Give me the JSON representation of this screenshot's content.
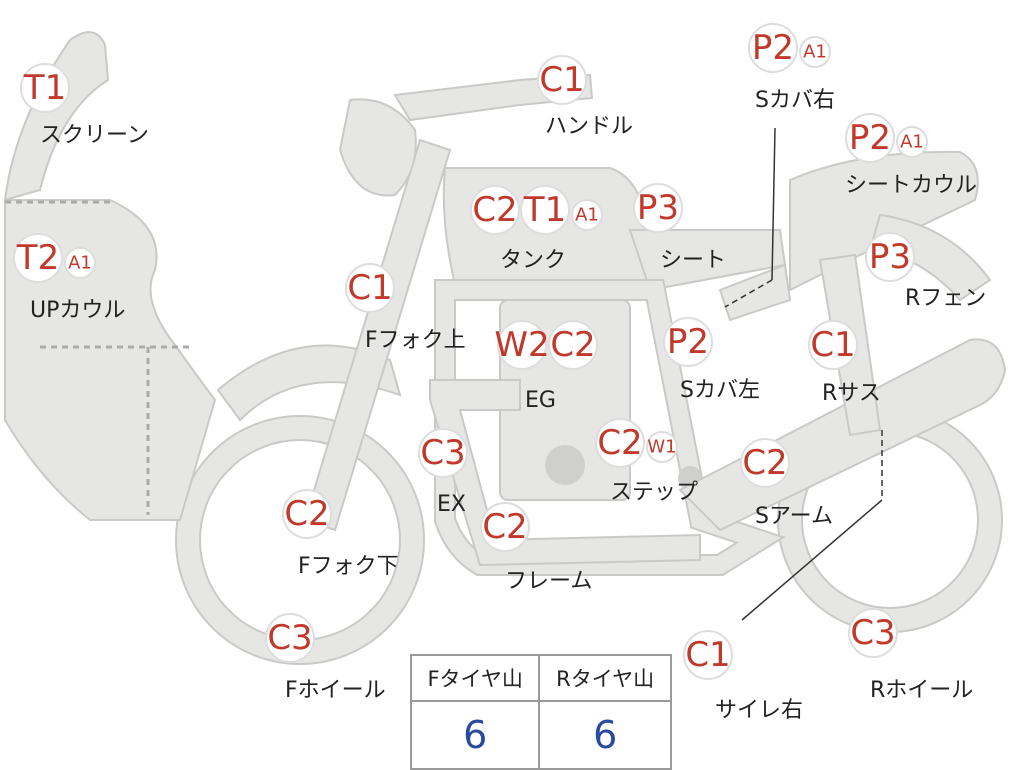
{
  "colors": {
    "part_fill": "#e6e6e4",
    "part_stroke": "#c9c9c7",
    "code_red": "#c0392b",
    "value_blue": "#2a4aa0",
    "leader": "#333333"
  },
  "parts": [
    {
      "id": "screen",
      "label": "スクリーン",
      "codes": [
        "T1"
      ]
    },
    {
      "id": "up-cowl",
      "label": "UPカウル",
      "codes": [
        "T2",
        "A1"
      ]
    },
    {
      "id": "handle",
      "label": "ハンドル",
      "codes": [
        "C1"
      ]
    },
    {
      "id": "tank",
      "label": "タンク",
      "codes": [
        "C2",
        "T1",
        "A1"
      ]
    },
    {
      "id": "seat",
      "label": "シート",
      "codes": [
        "P3"
      ]
    },
    {
      "id": "s-cover-r",
      "label": "Sカバ右",
      "codes": [
        "P2",
        "A1"
      ]
    },
    {
      "id": "seat-cowl",
      "label": "シートカウル",
      "codes": [
        "P2",
        "A1"
      ]
    },
    {
      "id": "r-fender",
      "label": "Rフェン",
      "codes": [
        "P3"
      ]
    },
    {
      "id": "f-fork-up",
      "label": "Fフォク上",
      "codes": [
        "C1"
      ]
    },
    {
      "id": "eg",
      "label": "EG",
      "codes": [
        "W2",
        "C2"
      ]
    },
    {
      "id": "s-cover-l",
      "label": "Sカバ左",
      "codes": [
        "P2"
      ]
    },
    {
      "id": "r-sus",
      "label": "Rサス",
      "codes": [
        "C1"
      ]
    },
    {
      "id": "ex",
      "label": "EX",
      "codes": [
        "C3"
      ]
    },
    {
      "id": "step",
      "label": "ステップ",
      "codes": [
        "C2",
        "W1"
      ]
    },
    {
      "id": "s-arm",
      "label": "Sアーム",
      "codes": [
        "C2"
      ]
    },
    {
      "id": "f-fork-down",
      "label": "Fフォク下",
      "codes": [
        "C2"
      ]
    },
    {
      "id": "frame",
      "label": "フレーム",
      "codes": [
        "C2"
      ]
    },
    {
      "id": "f-wheel",
      "label": "Fホイール",
      "codes": [
        "C3"
      ]
    },
    {
      "id": "silencer-r",
      "label": "サイレ右",
      "codes": [
        "C1"
      ]
    },
    {
      "id": "r-wheel",
      "label": "Rホイール",
      "codes": [
        "C3"
      ]
    }
  ],
  "tire_table": {
    "headers": [
      "Fタイヤ山",
      "Rタイヤ山"
    ],
    "values": [
      "6",
      "6"
    ]
  }
}
